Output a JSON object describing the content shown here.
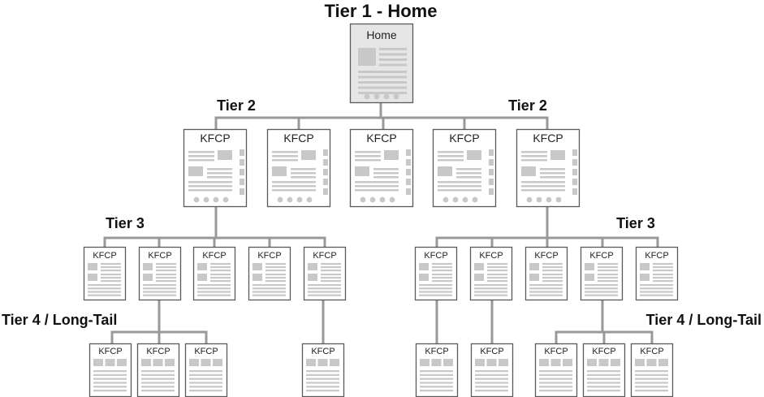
{
  "labels": {
    "tier1": "Tier 1 - Home",
    "tier2_left": "Tier 2",
    "tier2_right": "Tier 2",
    "tier3_left": "Tier 3",
    "tier3_right": "Tier 3",
    "tier4_left": "Tier 4 / Long-Tail",
    "tier4_right": "Tier 4 / Long-Tail"
  },
  "pages": {
    "home": "Home",
    "tier2": [
      "KFCP",
      "KFCP",
      "KFCP",
      "KFCP",
      "KFCP"
    ],
    "tier3": [
      "KFCP",
      "KFCP",
      "KFCP",
      "KFCP",
      "KFCP",
      "KFCP",
      "KFCP",
      "KFCP",
      "KFCP",
      "KFCP"
    ],
    "tier4": [
      "KFCP",
      "KFCP",
      "KFCP",
      "KFCP",
      "KFCP",
      "KFCP",
      "KFCP",
      "KFCP",
      "KFCP"
    ]
  },
  "colors": {
    "connector": "#999999",
    "page_border": "#5a5a5a",
    "home_fill": "#e6e6e6",
    "page_fill": "#ffffff",
    "placeholder": "#c8c8c8"
  }
}
